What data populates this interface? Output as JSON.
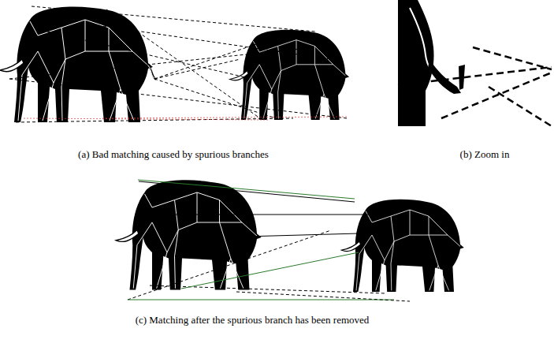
{
  "diagram": {
    "labels": [
      "(a) Bad matching caused by spurious branches",
      "(b) Zoom in",
      "(c) Matching after the spurious branch has been removed"
    ]
  }
}
